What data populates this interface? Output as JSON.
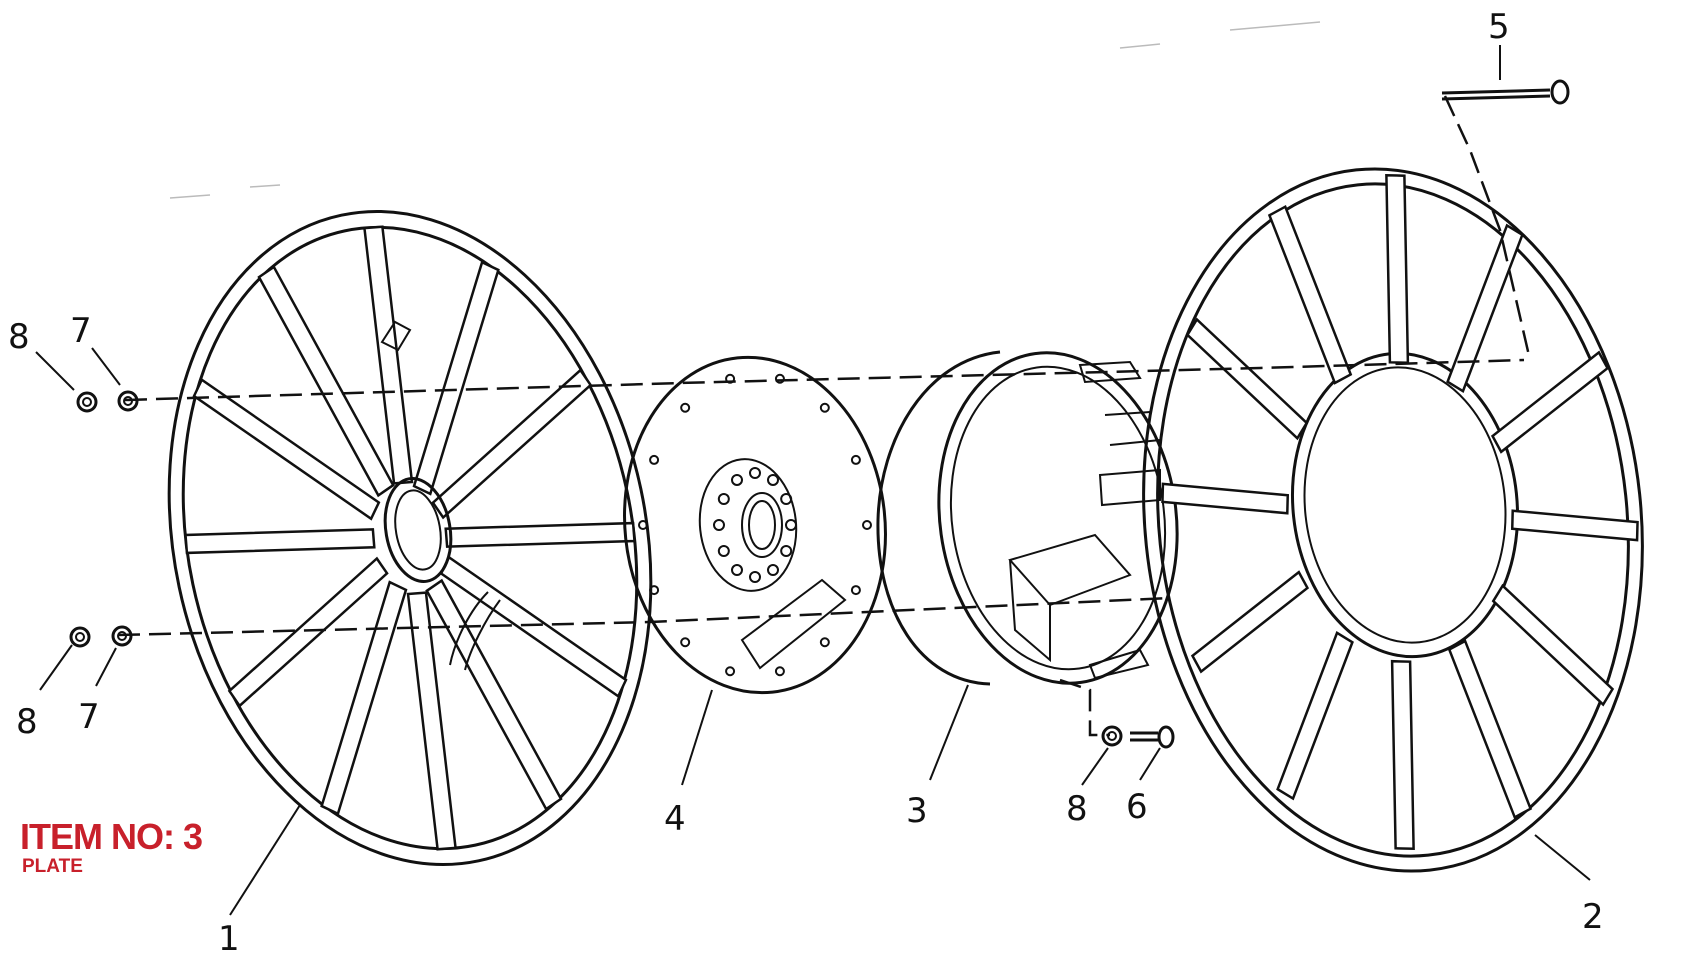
{
  "callouts": {
    "c1": "1",
    "c2": "2",
    "c3": "3",
    "c4": "4",
    "c5": "5",
    "c6": "6",
    "c7_top": "7",
    "c7_bottom": "7",
    "c8_top": "8",
    "c8_bottom": "8",
    "c8_right": "8"
  },
  "item_label": {
    "title": "ITEM NO: 3",
    "subtitle": "PLATE"
  },
  "colors": {
    "line": "#111111",
    "label_red": "#c8202b"
  },
  "diagram": {
    "wheel_left_spokes": 12,
    "wheel_right_spokes": 12
  }
}
